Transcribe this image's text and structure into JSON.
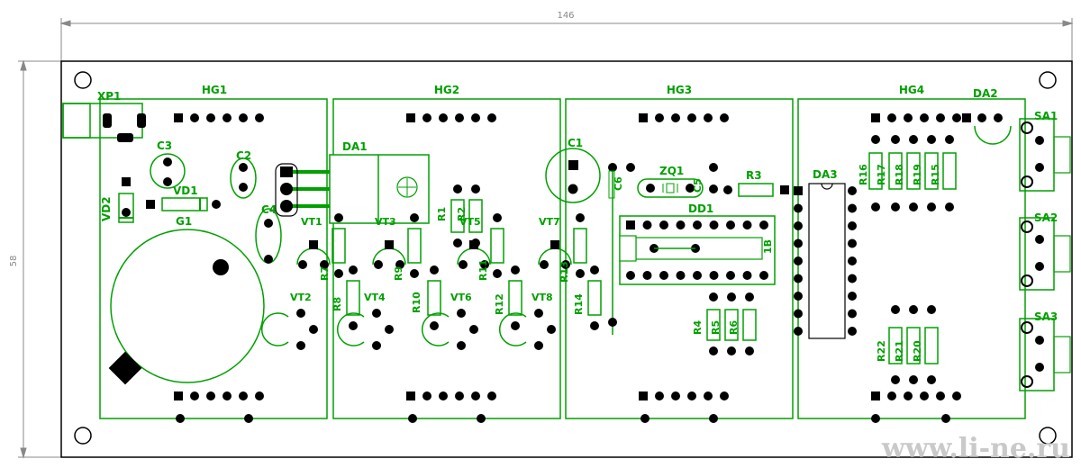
{
  "dimensions": {
    "width": "146",
    "height": "58"
  },
  "watermark": "www.li-ne.ru",
  "colors": {
    "silkscreen": "#00a000",
    "copper": "#000000",
    "outline": "#000000",
    "dimension": "#888888"
  },
  "sections": {
    "hg1": "HG1",
    "hg2": "HG2",
    "hg3": "HG3",
    "hg4": "HG4"
  },
  "components": {
    "xp1": "XP1",
    "c3": "C3",
    "c2": "C2",
    "c4": "C4",
    "vd1": "VD1",
    "vd2": "VD2",
    "g1": "G1",
    "da1": "DA1",
    "c1": "C1",
    "c6": "C6",
    "zq1": "ZQ1",
    "c5": "C5",
    "r3": "R3",
    "dd1": "DD1",
    "dd1_mark": "1B",
    "da3": "DA3",
    "da2": "DA2",
    "sa1": "SA1",
    "sa2": "SA2",
    "sa3": "SA3",
    "vt1": "VT1",
    "vt2": "VT2",
    "vt3": "VT3",
    "vt4": "VT4",
    "vt5": "VT5",
    "vt6": "VT6",
    "vt7": "VT7",
    "vt8": "VT8",
    "r1": "R1",
    "r2": "R2",
    "r4": "R4",
    "r5": "R5",
    "r6": "R6",
    "r7": "R7",
    "r8": "R8",
    "r9": "R9",
    "r10": "R10",
    "r11": "R11",
    "r12": "R12",
    "r13": "R13",
    "r14": "R14",
    "r15": "R15",
    "r16": "R16",
    "r17": "R17",
    "r18": "R18",
    "r19": "R19",
    "r20": "R20",
    "r21": "R21",
    "r22": "R22"
  }
}
